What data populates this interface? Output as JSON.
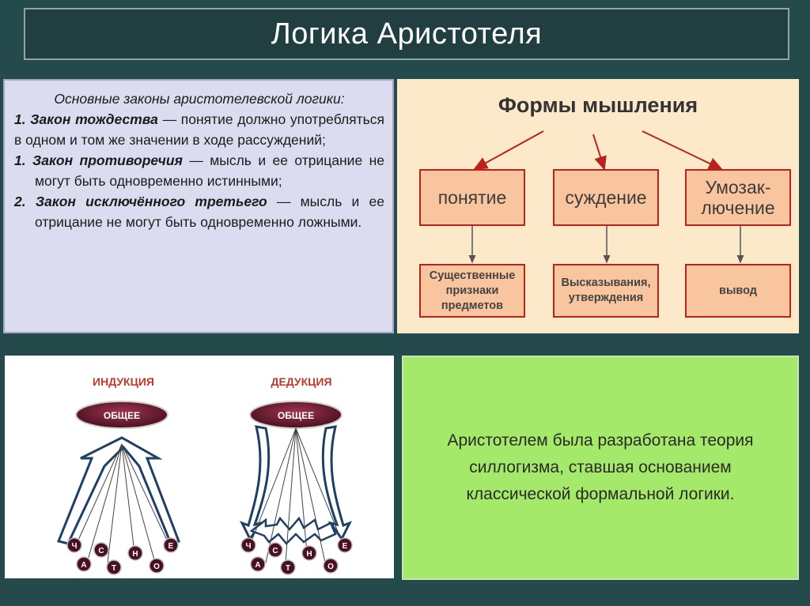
{
  "header": {
    "title": "Логика Аристотеля"
  },
  "laws": {
    "intro": "Основные законы аристотелевской логики:",
    "items": [
      {
        "num": "1.",
        "name": "Закон тождества",
        "text": "— понятие должно употребляться в одном и том же значении в ходе рассуждений;"
      },
      {
        "num": "1.",
        "name": "Закон противоречия",
        "text": "— мысль и ее отрицание не могут быть одновременно истинными;"
      },
      {
        "num": "2.",
        "name": "Закон исключённого третьего",
        "text": "— мысль и ее отрицание не могут быть одновременно ложными."
      }
    ]
  },
  "forms": {
    "title": "Формы мышления",
    "level1": [
      "понятие",
      "суждение",
      "Умозак-\nлючение"
    ],
    "level2": [
      "Существенные\nпризнаки\nпредметов",
      "Высказывания,\nутверждения",
      "вывод"
    ]
  },
  "diagram": {
    "induction_label": "ИНДУКЦИЯ",
    "deduction_label": "ДЕДУКЦИЯ",
    "general_label": "ОБЩЕЕ",
    "letters": [
      "Ч",
      "А",
      "С",
      "Т",
      "Н",
      "О",
      "Е"
    ]
  },
  "note": {
    "text": "Аристотелем была разработана теория силлогизма, ставшая основанием классической формальной логики."
  },
  "colors": {
    "background": "#244a4c",
    "laws_bg": "#dcdcf0",
    "forms_bg": "#fbe9c9",
    "forms_box": "#f8c59e",
    "forms_border": "#b8231b",
    "note_bg": "#a5e96b",
    "ellipse": "#5a1628",
    "title_red": "#c0392b"
  }
}
